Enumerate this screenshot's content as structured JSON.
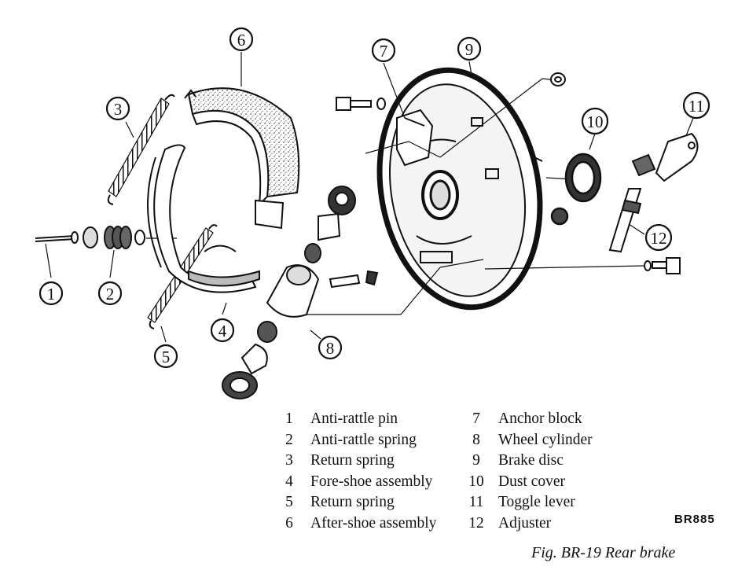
{
  "figure": {
    "caption": "Fig. BR-19  Rear brake",
    "code": "BR885"
  },
  "callouts": [
    "1",
    "2",
    "3",
    "4",
    "5",
    "6",
    "7",
    "8",
    "9",
    "10",
    "11",
    "12"
  ],
  "legend": {
    "left": [
      {
        "num": "1",
        "label": "Anti-rattle pin"
      },
      {
        "num": "2",
        "label": "Anti-rattle spring"
      },
      {
        "num": "3",
        "label": "Return spring"
      },
      {
        "num": "4",
        "label": "Fore-shoe assembly"
      },
      {
        "num": "5",
        "label": "Return spring"
      },
      {
        "num": "6",
        "label": "After-shoe assembly"
      }
    ],
    "right": [
      {
        "num": "7",
        "label": "Anchor block"
      },
      {
        "num": "8",
        "label": "Wheel cylinder"
      },
      {
        "num": "9",
        "label": "Brake disc"
      },
      {
        "num": "10",
        "label": "Dust cover"
      },
      {
        "num": "11",
        "label": "Toggle lever"
      },
      {
        "num": "12",
        "label": "Adjuster"
      }
    ]
  }
}
